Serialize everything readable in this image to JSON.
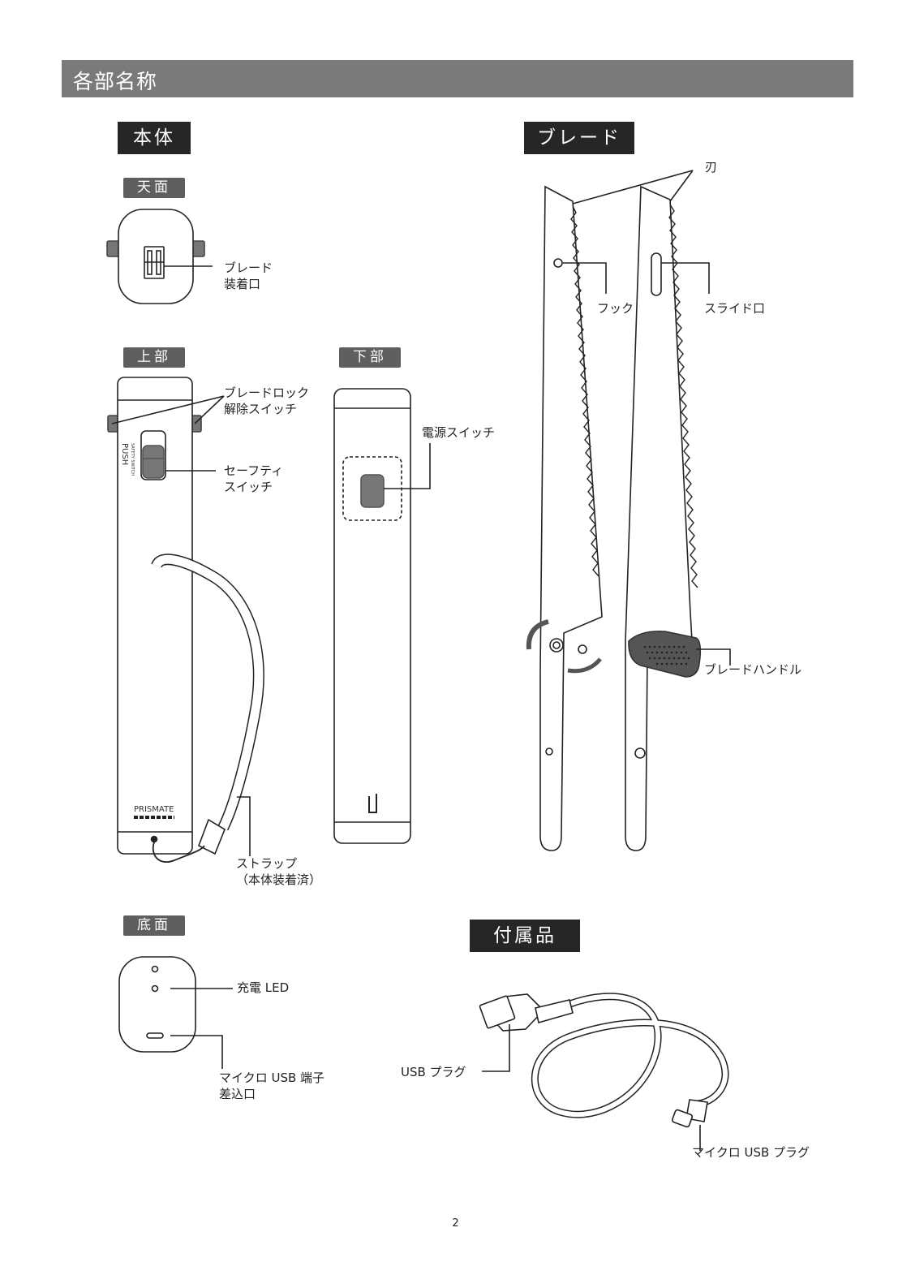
{
  "page_title": "各部名称",
  "sections": {
    "body": "本体",
    "blade": "ブレード",
    "accessories": "付属品"
  },
  "views": {
    "top_face": "天面",
    "upper": "上部",
    "lower": "下部",
    "bottom_face": "底面"
  },
  "callouts": {
    "blade_slot": [
      "ブレード",
      "装着口"
    ],
    "blade_lock_release": [
      "ブレードロック",
      "解除スイッチ"
    ],
    "safety_switch": [
      "セーフティ",
      "スイッチ"
    ],
    "power_switch": "電源スイッチ",
    "strap": [
      "ストラップ",
      "（本体装着済）"
    ],
    "charge_led": "充電 LED",
    "micro_usb_port": [
      "マイクロ USB 端子",
      "差込口"
    ],
    "blade_edge": "刃",
    "hook": "フック",
    "slide_slot": "スライド口",
    "blade_handle": "ブレードハンドル",
    "usb_plug": "USB プラグ",
    "micro_usb_plug": "マイクロ USB プラグ"
  },
  "device_print": {
    "push": "PUSH",
    "safety_switch_small": "SAFETY SWITCH",
    "brand": "PRISMATE"
  },
  "page_number": "2"
}
